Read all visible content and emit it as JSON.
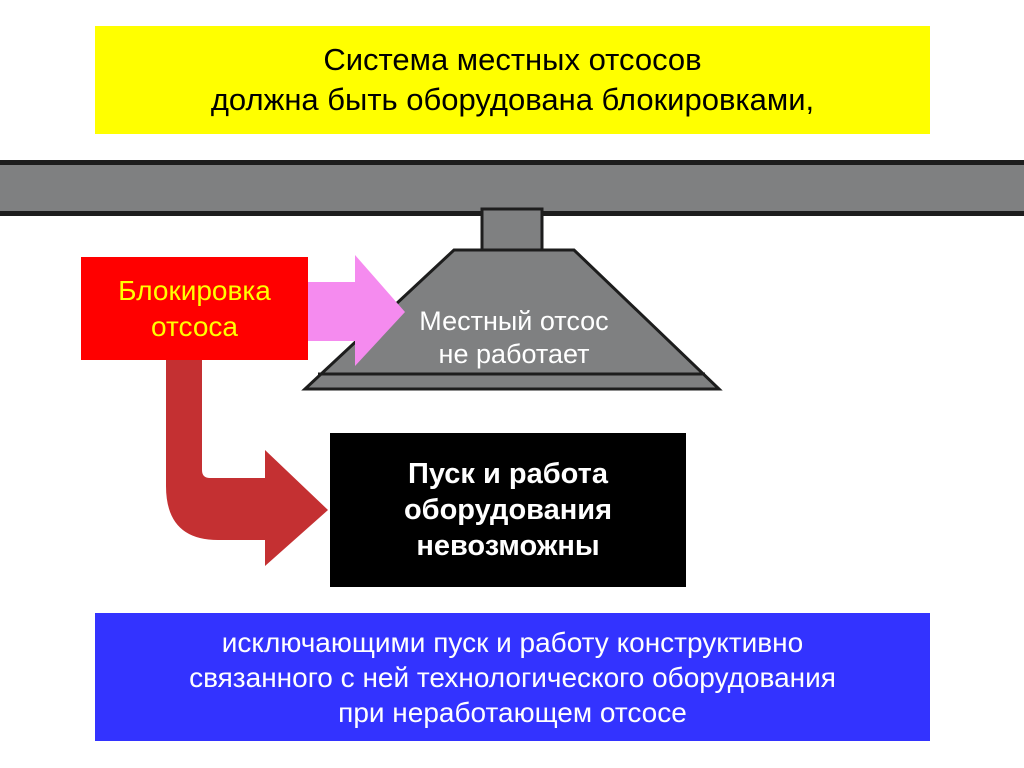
{
  "title": {
    "line1": "Система местных отсосов",
    "line2": "должна быть оборудована блокировками,"
  },
  "lock": {
    "line1": "Блокировка",
    "line2": "отсоса"
  },
  "hood": {
    "line1": "Местный отсос",
    "line2": "не работает"
  },
  "result": {
    "line1": "Пуск и работа",
    "line2": "оборудования",
    "line3": "невозможны"
  },
  "bottom": {
    "line1": "исключающими пуск и работу конструктивно",
    "line2": "связанного с ней технологического оборудования",
    "line3": "при неработающем отсосе"
  },
  "colors": {
    "title_bg": "#ffff00",
    "lock_bg": "#ff0000",
    "lock_text": "#ffff00",
    "result_bg": "#000000",
    "bottom_bg": "#3333ff",
    "duct": "#7f8081",
    "pink_arrow": "#f58bef",
    "red_arrow": "#c43032"
  }
}
